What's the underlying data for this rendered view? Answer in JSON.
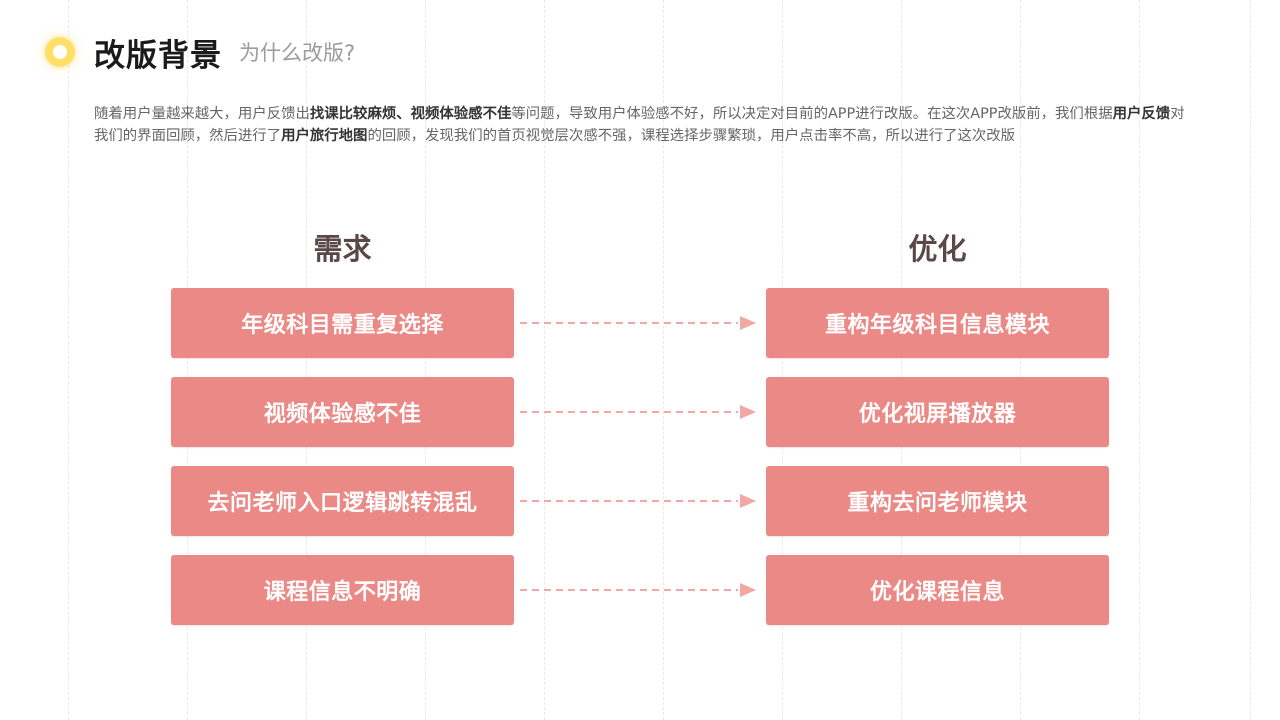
{
  "header": {
    "title": "改版背景",
    "subtitle": "为什么改版?"
  },
  "intro": {
    "segments": [
      {
        "text": "随着用户量越来越大，用户反馈出",
        "bold": false
      },
      {
        "text": "找课比较麻烦、视频体验感不佳",
        "bold": true
      },
      {
        "text": "等问题，导致用户体验感不好，所以决定对目前的APP进行改版。在这次APP改版前，我们根据",
        "bold": false
      },
      {
        "text": "用户反馈",
        "bold": true
      },
      {
        "text": "对我们的界面回顾，然后进行了",
        "bold": false
      },
      {
        "text": "用户旅行地图",
        "bold": true
      },
      {
        "text": "的回顾，发现我们的首页视觉层次感不强，课程选择步骤繁琐，用户点击率不高，所以进行了这次改版",
        "bold": false
      }
    ]
  },
  "diagram": {
    "left_heading": "需求",
    "right_heading": "优化",
    "rows": [
      {
        "need": "年级科目需重复选择",
        "solution": "重构年级科目信息模块"
      },
      {
        "need": "视频体验感不佳",
        "solution": "优化视屏播放器"
      },
      {
        "need": "去问老师入口逻辑跳转混乱",
        "solution": "重构去问老师模块"
      },
      {
        "need": "课程信息不明确",
        "solution": "优化课程信息"
      }
    ]
  },
  "colors": {
    "box": "#ea8985",
    "arrow": "#f0a8a5",
    "bullet": "#ffdf66",
    "heading": "#5a4747"
  }
}
